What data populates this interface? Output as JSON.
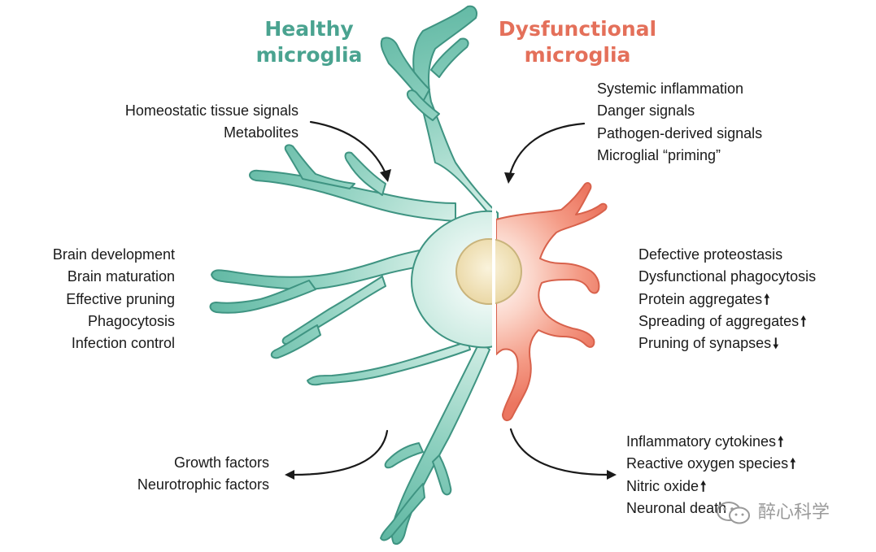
{
  "titles": {
    "healthy": [
      "Healthy",
      "microglia"
    ],
    "dysfunctional": [
      "Dysfunctional",
      "microglia"
    ]
  },
  "labels": {
    "healthy_inputs": [
      "Homeostatic tissue signals",
      "Metabolites"
    ],
    "healthy_functions": [
      "Brain development",
      "Brain maturation",
      "Effective pruning",
      "Phagocytosis",
      "Infection control"
    ],
    "healthy_outputs": [
      "Growth factors",
      "Neurotrophic factors"
    ],
    "dysfunctional_inputs": [
      "Systemic inflammation",
      "Danger signals",
      "Pathogen-derived signals",
      "Microglial “priming”"
    ],
    "dysfunctional_functions": [
      {
        "text": "Defective proteostasis",
        "arrow": ""
      },
      {
        "text": "Dysfunctional phagocytosis",
        "arrow": ""
      },
      {
        "text": "Protein aggregates",
        "arrow": "🠕"
      },
      {
        "text": "Spreading of aggregates",
        "arrow": "🠕"
      },
      {
        "text": "Pruning of synapses",
        "arrow": "🠗"
      }
    ],
    "dysfunctional_outputs": [
      {
        "text": "Inflammatory cytokines",
        "arrow": "🠕"
      },
      {
        "text": "Reactive oxygen species",
        "arrow": "🠕"
      },
      {
        "text": "Nitric oxide",
        "arrow": "🠕"
      },
      {
        "text": "Neuronal death",
        "arrow": ""
      }
    ]
  },
  "watermark": {
    "text": "醉心科学",
    "icon": "wechat-icon"
  },
  "colors": {
    "healthy": "#4aa390",
    "healthy_fill": "#7fc7b5",
    "dysfunctional": "#e4705a",
    "dysfunctional_fill": "#f08c78",
    "nucleus": "#f2e6c2"
  }
}
